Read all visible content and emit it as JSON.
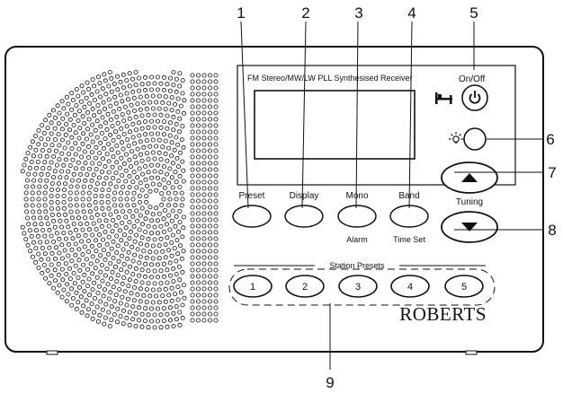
{
  "callouts": [
    "1",
    "2",
    "3",
    "4",
    "5",
    "6",
    "7",
    "8",
    "9"
  ],
  "display_panel": {
    "caption": "FM Stereo/MW/LW PLL Synthesised Receiver"
  },
  "power": {
    "label": "On/Off",
    "icon": "power-icon",
    "bed_icon": "bed-icon"
  },
  "light": {
    "icon": "light-bulb-icon"
  },
  "tuning": {
    "label": "Tuning",
    "up_icon": "triangle-up-icon",
    "down_icon": "triangle-down-icon"
  },
  "buttons": [
    {
      "top": "Preset",
      "bottom": ""
    },
    {
      "top": "Display",
      "bottom": ""
    },
    {
      "top": "Mono",
      "bottom": "Alarm"
    },
    {
      "top": "Band",
      "bottom": "Time Set"
    }
  ],
  "station_presets": {
    "label": "Station Presets",
    "numbers": [
      "1",
      "2",
      "3",
      "4",
      "5"
    ]
  },
  "brand": "ROBERTS"
}
